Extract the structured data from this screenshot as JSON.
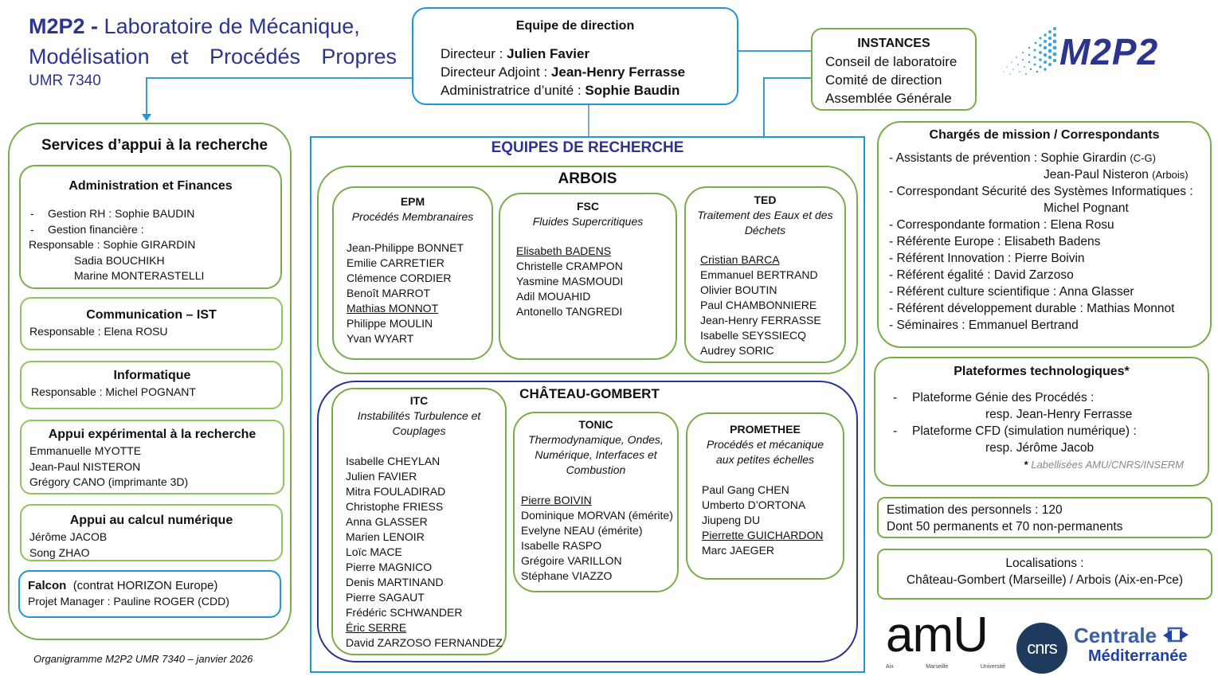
{
  "header": {
    "acronym": "M2P2",
    "sep": " - ",
    "title_line1": "Laboratoire de Mécanique,",
    "title_line2_words": [
      "Modélisation",
      "et",
      "Procédés",
      "Propres"
    ],
    "umr": "UMR 7340"
  },
  "direction": {
    "title": "Equipe de direction",
    "rows": [
      {
        "role": "Directeur : ",
        "name": "Julien Favier"
      },
      {
        "role": "Directeur Adjoint : ",
        "name": "Jean-Henry Ferrasse"
      },
      {
        "role": "Administratrice d’unité : ",
        "name": "Sophie Baudin"
      }
    ]
  },
  "instances": {
    "title": "INSTANCES",
    "items": [
      "Conseil de laboratoire",
      "Comité de direction",
      "Assemblée Générale"
    ]
  },
  "logo": {
    "text": "M2P2"
  },
  "services": {
    "title": "Services d’appui à la recherche",
    "admin": {
      "title": "Administration et Finances",
      "lines": [
        "Gestion RH : Sophie BAUDIN",
        "Gestion financière :"
      ],
      "responsable": "Responsable : Sophie GIRARDIN",
      "others": [
        "Sadia BOUCHIKH",
        "Marine MONTERASTELLI"
      ]
    },
    "communication": {
      "title": "Communication – IST",
      "lines": [
        "Responsable : Elena ROSU"
      ]
    },
    "informatique": {
      "title": "Informatique",
      "lines": [
        "Responsable : Michel POGNANT"
      ]
    },
    "experimental": {
      "title": "Appui expérimental à la recherche",
      "lines": [
        "Emmanuelle MYOTTE",
        "Jean-Paul NISTERON",
        "Grégory CANO (imprimante 3D)"
      ]
    },
    "calcul": {
      "title": "Appui au calcul numérique",
      "lines": [
        "Jérôme JACOB",
        "Song ZHAO"
      ]
    },
    "falcon": {
      "title": "Falcon",
      "subtitle": "(contrat HORIZON Europe)",
      "lines": [
        "Projet Manager : Pauline ROGER (CDD)"
      ]
    }
  },
  "research": {
    "title": "EQUIPES DE RECHERCHE",
    "arbois": {
      "title": "ARBOIS",
      "teams": [
        {
          "code": "EPM",
          "desc": "Procédés Membranaires",
          "members": [
            "Jean-Philippe BONNET",
            "Emilie CARRETIER",
            "Clémence CORDIER",
            "Benoît MARROT",
            "Mathias MONNOT",
            "Philippe MOULIN",
            "Yvan WYART"
          ],
          "leader": "Mathias MONNOT"
        },
        {
          "code": "FSC",
          "desc": "Fluides Supercritiques",
          "members": [
            "Elisabeth BADENS",
            "Christelle CRAMPON",
            "Yasmine MASMOUDI",
            "Adil MOUAHID",
            "Antonello TANGREDI"
          ],
          "leader": "Elisabeth BADENS"
        },
        {
          "code": "TED",
          "desc": "Traitement des Eaux et des Déchets",
          "members": [
            "Cristian BARCA",
            "Emmanuel BERTRAND",
            "Olivier BOUTIN",
            "Paul CHAMBONNIERE",
            "Jean-Henry FERRASSE",
            "Isabelle SEYSSIECQ",
            "Audrey SORIC"
          ],
          "leader": "Cristian BARCA"
        }
      ]
    },
    "chateau_gombert": {
      "title": "CHÂTEAU-GOMBERT",
      "teams": [
        {
          "code": "ITC",
          "desc": "Instabilités Turbulence et Couplages",
          "members": [
            "Isabelle CHEYLAN",
            "Julien FAVIER",
            "Mitra FOULADIRAD",
            "Christophe FRIESS",
            "Anna GLASSER",
            "Marien LENOIR",
            "Loïc MACE",
            "Pierre MAGNICO",
            "Denis MARTINAND",
            "Pierre SAGAUT",
            "Frédéric SCHWANDER",
            "Éric SERRE",
            "David ZARZOSO FERNANDEZ"
          ],
          "leader": "Éric SERRE"
        },
        {
          "code": "TONIC",
          "desc": "Thermodynamique, Ondes, Numérique, Interfaces et Combustion",
          "members": [
            "Pierre BOIVIN",
            "Dominique MORVAN (émérite)",
            "Evelyne NEAU (émérite)",
            "Isabelle RASPO",
            "Grégoire VARILLON",
            "Stéphane VIAZZO"
          ],
          "leader": "Pierre BOIVIN"
        },
        {
          "code": "PROMETHEE",
          "desc": "Procédés et mécanique aux petites échelles",
          "members": [
            "Paul Gang CHEN",
            "Umberto D’ORTONA",
            "Jiupeng DU",
            "Pierrette GUICHARDON",
            "Marc JAEGER"
          ],
          "leader": "Pierrette GUICHARDON"
        }
      ]
    }
  },
  "missions": {
    "title": "Chargés de mission / Correspondants",
    "items": [
      {
        "text": "- Assistants de prévention : Sophie Girardin ",
        "small": "(C-G)"
      },
      {
        "text": "Jean-Paul Nisteron ",
        "small": "(Arbois)",
        "indent": true
      },
      {
        "text": "- Correspondant Sécurité des Systèmes Informatiques :"
      },
      {
        "text": "Michel Pognant",
        "indent": true
      },
      {
        "text": "- Correspondante formation : Elena Rosu"
      },
      {
        "text": "- Référente Europe : Elisabeth Badens"
      },
      {
        "text": "- Référent Innovation : Pierre Boivin"
      },
      {
        "text": "- Référent égalité : David Zarzoso"
      },
      {
        "text": "- Référent culture scientifique : Anna Glasser"
      },
      {
        "text": "- Référent développement durable  : Mathias Monnot"
      },
      {
        "text": "- Séminaires : Emmanuel Bertrand"
      }
    ]
  },
  "platforms": {
    "title": "Plateformes technologiques*",
    "items": [
      {
        "name": "Plateforme Génie des Procédés :",
        "resp": "resp. Jean-Henry Ferrasse"
      },
      {
        "name": "Plateforme CFD (simulation numérique) :",
        "resp": "resp. Jérôme Jacob"
      }
    ],
    "note_star": "*",
    "note": "Labellisées AMU/CNRS/INSERM"
  },
  "staff": {
    "line1": "Estimation des personnels : 120",
    "line2": "Dont 50 permanents et 70 non-permanents"
  },
  "locations": {
    "title": "Localisations :",
    "value": "Château-Gombert (Marseille) / Arbois (Aix-en-Pce)"
  },
  "footer": {
    "caption": "Organigramme M2P2 UMR 7340 – janvier 2026"
  },
  "partners": {
    "amu": {
      "big": "amU",
      "small": [
        "Aix",
        "Marseille",
        "Université"
      ]
    },
    "cnrs": {
      "text": "cnrs"
    },
    "centrale": {
      "line1": "Centrale",
      "line2": "Méditerranée"
    }
  },
  "colors": {
    "navy": "#2b3590",
    "blue": "#1f97d6",
    "green": "#7aac4a"
  }
}
